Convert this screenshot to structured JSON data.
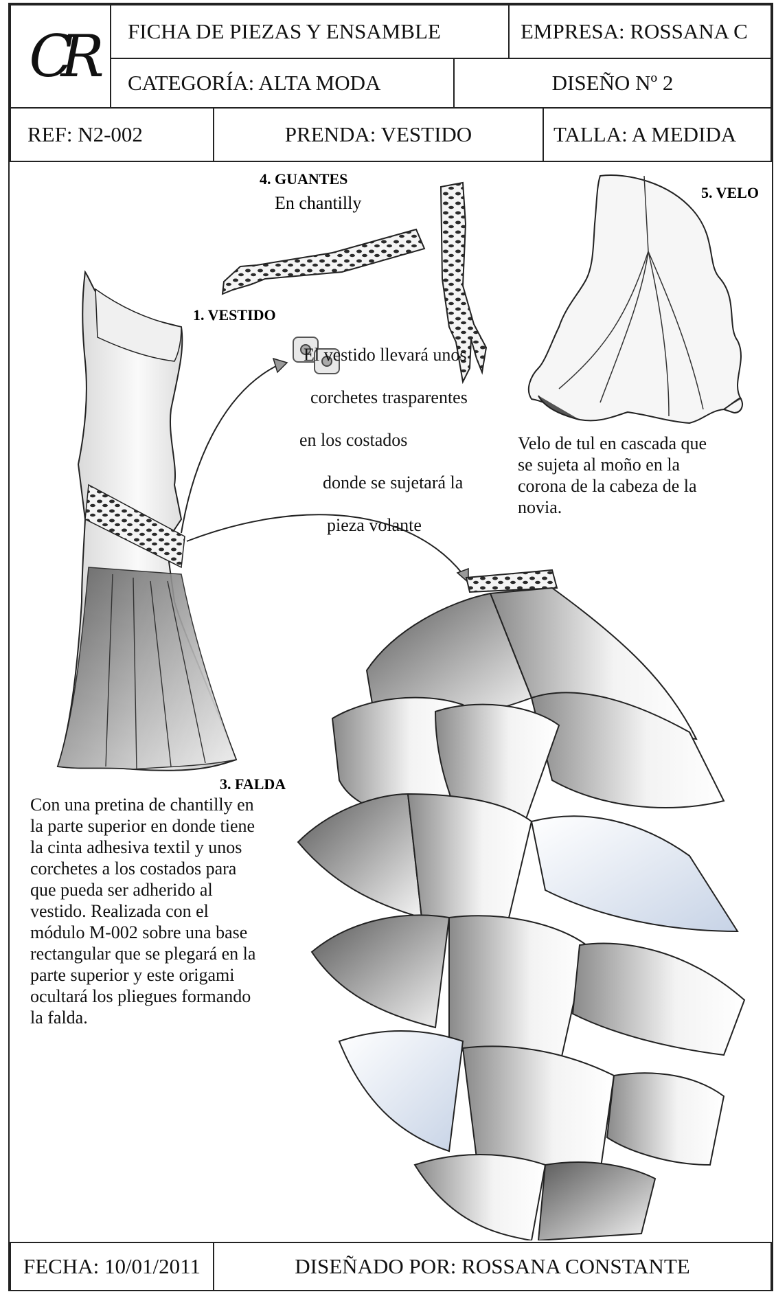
{
  "header": {
    "logo_text": "CR",
    "title": "FICHA DE PIEZAS Y ENSAMBLE",
    "company": "EMPRESA:  ROSSANA C",
    "category": "CATEGORÍA:  ALTA MODA",
    "design": "DISEÑO Nº 2",
    "ref": "REF:  N2-002",
    "garment": "PRENDA: VESTIDO",
    "size": "TALLA: A MEDIDA"
  },
  "pieces": {
    "gloves": {
      "label": "4. GUANTES",
      "note": "En chantilly"
    },
    "veil": {
      "label": "5. VELO",
      "note": "Velo de tul en cascada que\nse sujeta al moño en la\ncorona de la cabeza de la\nnovia."
    },
    "dress": {
      "label": "1. VESTIDO"
    },
    "hooks": {
      "note_lines": [
        "El vestido llevará unos",
        "corchetes trasparentes",
        "en los costados",
        "donde se sujetará la",
        "pieza volante"
      ]
    },
    "skirt": {
      "label": "3. FALDA",
      "note": "Con una pretina de chantilly en\nla parte superior en donde tiene\nla cinta adhesiva textil y unos\ncorchetes a los costados para\nque pueda ser adherido al\nvestido. Realizada con el\nmódulo M-002 sobre una base\nrectangular que se plegará en la\nparte superior y este origami\nocultará los pliegues formando\nla falda."
    }
  },
  "footer": {
    "date": "FECHA: 10/01/2011",
    "designer": "DISEÑADO POR: ROSSANA CONSTANTE"
  },
  "colors": {
    "line": "#222222",
    "shade": "#6b6b6b",
    "light": "#f2f2f2",
    "lace": "#2a2a2a"
  }
}
